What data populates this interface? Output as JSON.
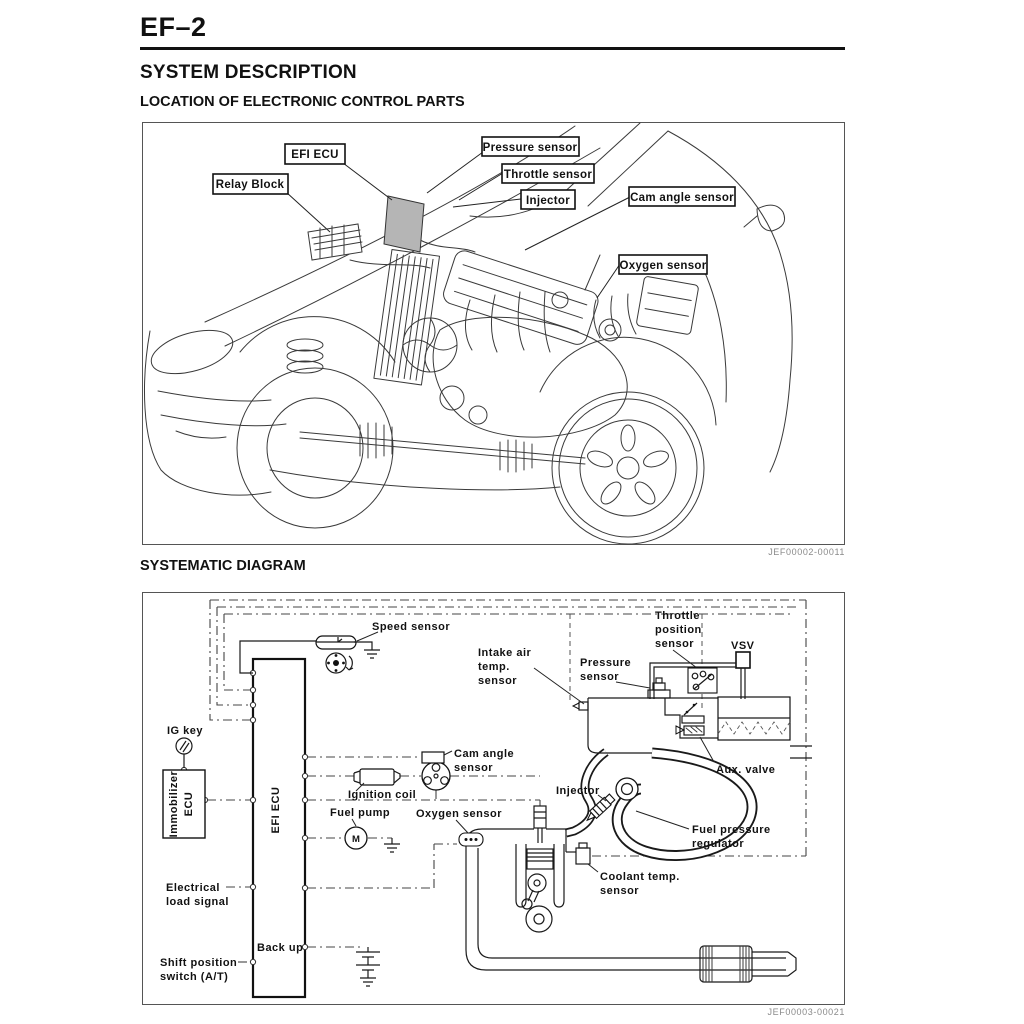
{
  "page": {
    "page_code": "EF–2",
    "section_title": "SYSTEM DESCRIPTION",
    "subsection1": "LOCATION OF ELECTRONIC CONTROL PARTS",
    "subsection2": "SYSTEMATIC DIAGRAM"
  },
  "colors": {
    "ink": "#111111",
    "line_art": "#3a3a3a",
    "figure_border": "#555555",
    "figure_id_gray": "#8a8a8a",
    "ecu_shade": "#b5b5b5"
  },
  "figure1": {
    "figure_id": "JEF00002-00011",
    "callouts": {
      "efi_ecu": "EFI ECU",
      "relay_block": "Relay Block",
      "pressure_sensor": "Pressure sensor",
      "throttle_sensor": "Throttle sensor",
      "injector": "Injector",
      "cam_angle_sensor": "Cam angle sensor",
      "oxygen_sensor": "Oxygen sensor"
    }
  },
  "figure2": {
    "figure_id": "JEF00003-00021",
    "labels": {
      "speed_sensor": "Speed sensor",
      "intake_air_temp_1": "Intake air",
      "intake_air_temp_2": "temp.",
      "intake_air_temp_3": "sensor",
      "pressure_sensor_1": "Pressure",
      "pressure_sensor_2": "sensor",
      "throttle_position_1": "Throttle",
      "throttle_position_2": "position",
      "throttle_position_3": "sensor",
      "vsv": "VSV",
      "ig_key": "IG key",
      "immobilizer_line1": "Immobilizer",
      "immobilizer_line2": "ECU",
      "efi_ecu": "EFI ECU",
      "back_up": "Back up",
      "cam_angle_1": "Cam angle",
      "cam_angle_2": "sensor",
      "ignition_coil": "Ignition coil",
      "fuel_pump": "Fuel pump",
      "motor_m": "M",
      "oxygen_sensor": "Oxygen sensor",
      "injector": "Injector",
      "aux_valve": "Aux. valve",
      "fuel_pressure_1": "Fuel pressure",
      "fuel_pressure_2": "regulator",
      "coolant_temp_1": "Coolant temp.",
      "coolant_temp_2": "sensor",
      "electrical_load_1": "Electrical",
      "electrical_load_2": "load signal",
      "shift_position_1": "Shift position",
      "shift_position_2": "switch (A/T)"
    }
  }
}
